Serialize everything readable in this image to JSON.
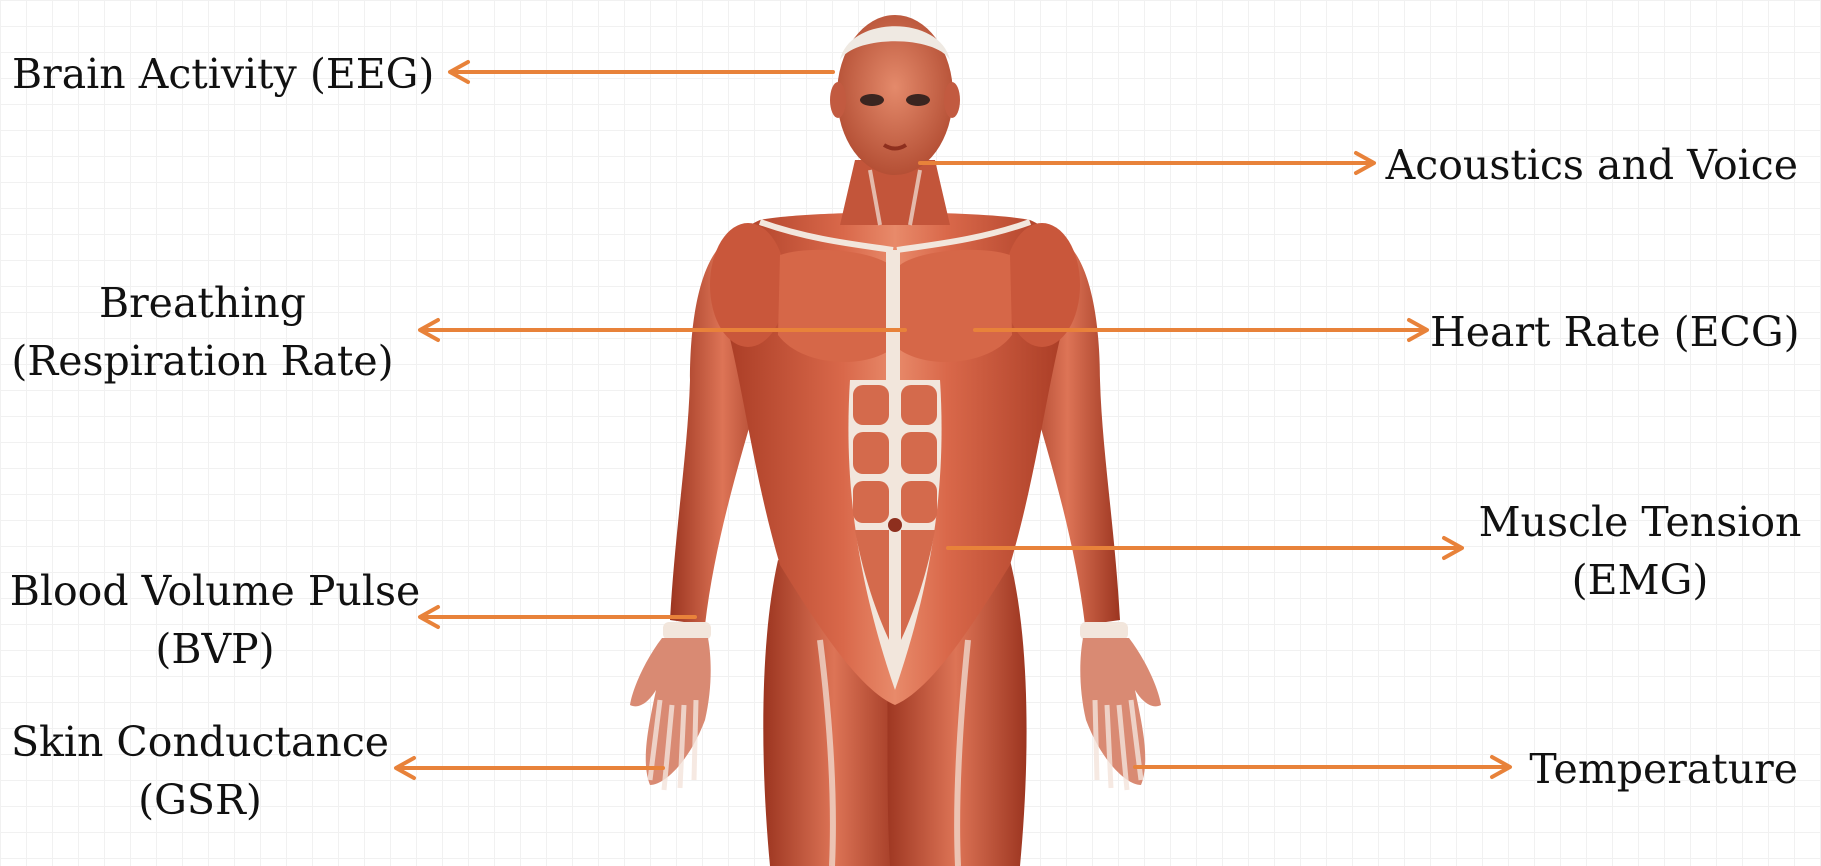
{
  "labels": {
    "brain": "Brain Activity (EEG)",
    "acoustics": "Acoustics and Voice",
    "breathing": [
      "Breathing",
      "(Respiration Rate)"
    ],
    "heart": "Heart Rate (ECG)",
    "muscle": [
      "Muscle Tension",
      "(EMG)"
    ],
    "bvp": [
      "Blood Volume Pulse",
      "(BVP)"
    ],
    "gsr": [
      "Skin Conductance",
      "(GSR)"
    ],
    "temperature": "Temperature"
  },
  "colors": {
    "arrow": "#e8823a",
    "muscle_base": "#c94f33",
    "muscle_light": "#e98c6c",
    "muscle_dark": "#8e2f1e",
    "tendon": "#f2e6dc",
    "text": "#111111"
  },
  "figure": {
    "subject": "human-muscular-anatomy-front-view"
  }
}
